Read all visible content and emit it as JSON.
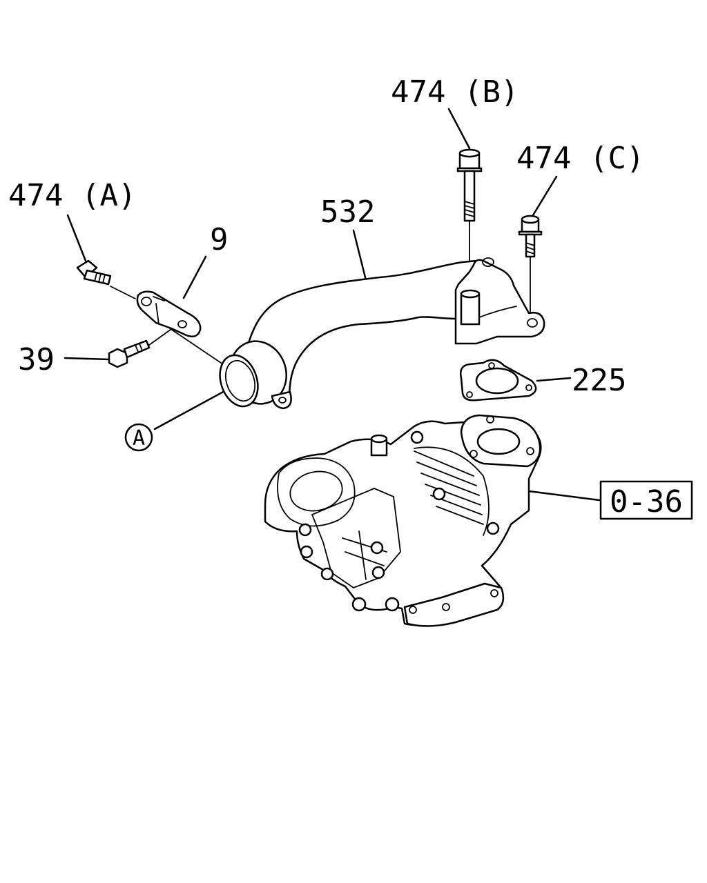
{
  "labels": {
    "bolt_b": "474 (B)",
    "bolt_c": "474 (C)",
    "bolt_a": "474 (A)",
    "pipe": "532",
    "bracket": "9",
    "bolt_39": "39",
    "gasket": "225",
    "ref_a": "A",
    "turbo_ref": "0-36"
  }
}
